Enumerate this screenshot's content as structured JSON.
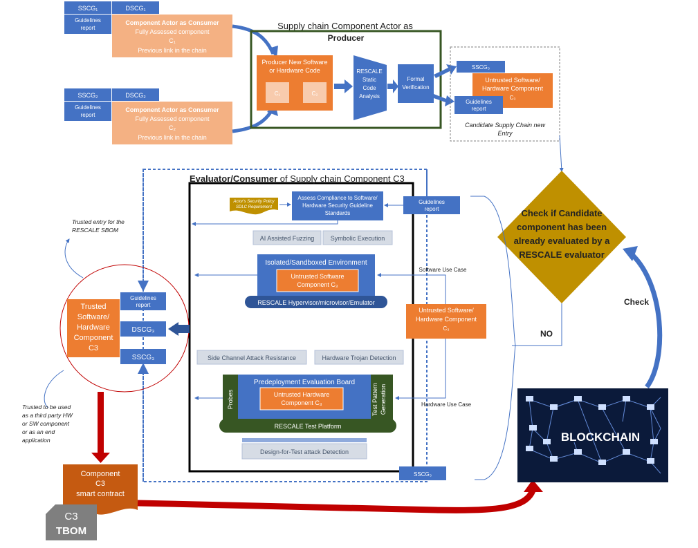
{
  "top_left_1": {
    "sscg": "SSCG₁",
    "dscg": "DSCG₁",
    "guidelines": [
      "Guidelines",
      "report"
    ],
    "consumer": [
      "Component Actor as Consumer",
      "Fully Assessed component",
      "C₁",
      "Previous link in the chain"
    ]
  },
  "top_left_2": {
    "sscg": "SSCG₂",
    "dscg": "DSCG₂",
    "guidelines": [
      "Guidelines",
      "report"
    ],
    "consumer": [
      "Component Actor as Consumer",
      "Fully Assessed component",
      "C₂",
      "Previous link in the chain"
    ]
  },
  "producer": {
    "title": "Supply chain Component Actor as",
    "title_bold": "Producer",
    "code_box": [
      "Producer New Software",
      "or Hardware Code"
    ],
    "c1": "C₁",
    "c2": "C₂",
    "rescale": [
      "RESCALE",
      "Static",
      "Code",
      "Analysis"
    ],
    "formal": [
      "Formal",
      "Verification"
    ]
  },
  "candidate": {
    "sscg": "SSCG₃",
    "untrusted": [
      "Untrusted Software/",
      "Hardware Component",
      "C₃"
    ],
    "guidelines": [
      "Guidelines",
      "report"
    ],
    "caption": [
      "Candidate Supply Chain  new",
      "Entry"
    ]
  },
  "check_diamond": [
    "Check if Candidate",
    "component has been",
    "already evaluated by a",
    "RESCALE evaluator"
  ],
  "labels": {
    "no": "NO",
    "check": "Check",
    "software_use_case": "Software Use Case",
    "hardware_use_case": "Hardware Use Case"
  },
  "evaluator": {
    "title_bold": "Evaluator/Consumer",
    "title_rest": " of Supply chain Component C3",
    "policy": [
      "Actor's Security Policy",
      "SDLC Requirement"
    ],
    "assess": [
      "Assess Compliance to Software/",
      "Hardware Security Guideline",
      "Standards"
    ],
    "guidelines": [
      "Guidelines",
      "report"
    ],
    "ai_fuzzing": "AI Assisted Fuzzing",
    "symbolic": "Symbolic Execution",
    "isolated": "Isolated/Sandboxed Environment",
    "untrusted_sw": [
      "Untrusted Software",
      "Component  C₃"
    ],
    "hypervisor": "RESCALE Hypervisor/microvisor/Emulator",
    "untrusted_right": [
      "Untrusted Software/",
      "Hardware Component",
      "C₃"
    ],
    "side_channel": "Side Channel Attack Resistance",
    "trojan": "Hardware Trojan Detection",
    "predeploy": "Predeployment Evaluation Board",
    "probes": "Probes",
    "test_pattern": [
      "Test Pattern",
      "Generation"
    ],
    "untrusted_hw": [
      "Untrusted Hardware",
      "Component  C₃"
    ],
    "test_platform": "RESCALE Test Platform",
    "dft": "Design-for-Test attack Detection",
    "sscg3": "SSCG₃"
  },
  "trusted": {
    "box": [
      "Trusted",
      "Software/",
      "Hardware",
      "Component",
      "C3"
    ],
    "guidelines": [
      "Guidelines",
      "report"
    ],
    "dscg": "DSCG₃",
    "sscg": "SSCG₃",
    "sbom_note": [
      "Trusted entry for the",
      "RESCALE SBOM"
    ],
    "use_note": [
      "Trusted to be used",
      "as a third party HW",
      "or SW component",
      "or as an end",
      "application"
    ]
  },
  "smart_contract": [
    "Component",
    "C3",
    "smart contract"
  ],
  "tbom": [
    "C3",
    "TBOM"
  ],
  "blockchain": "BLOCKCHAIN",
  "colors": {
    "blue": "#4472C4",
    "orange": "#ED7D31",
    "peach": "#F4B183",
    "green": "#375623",
    "gold": "#BF9000",
    "red": "#C00000"
  }
}
